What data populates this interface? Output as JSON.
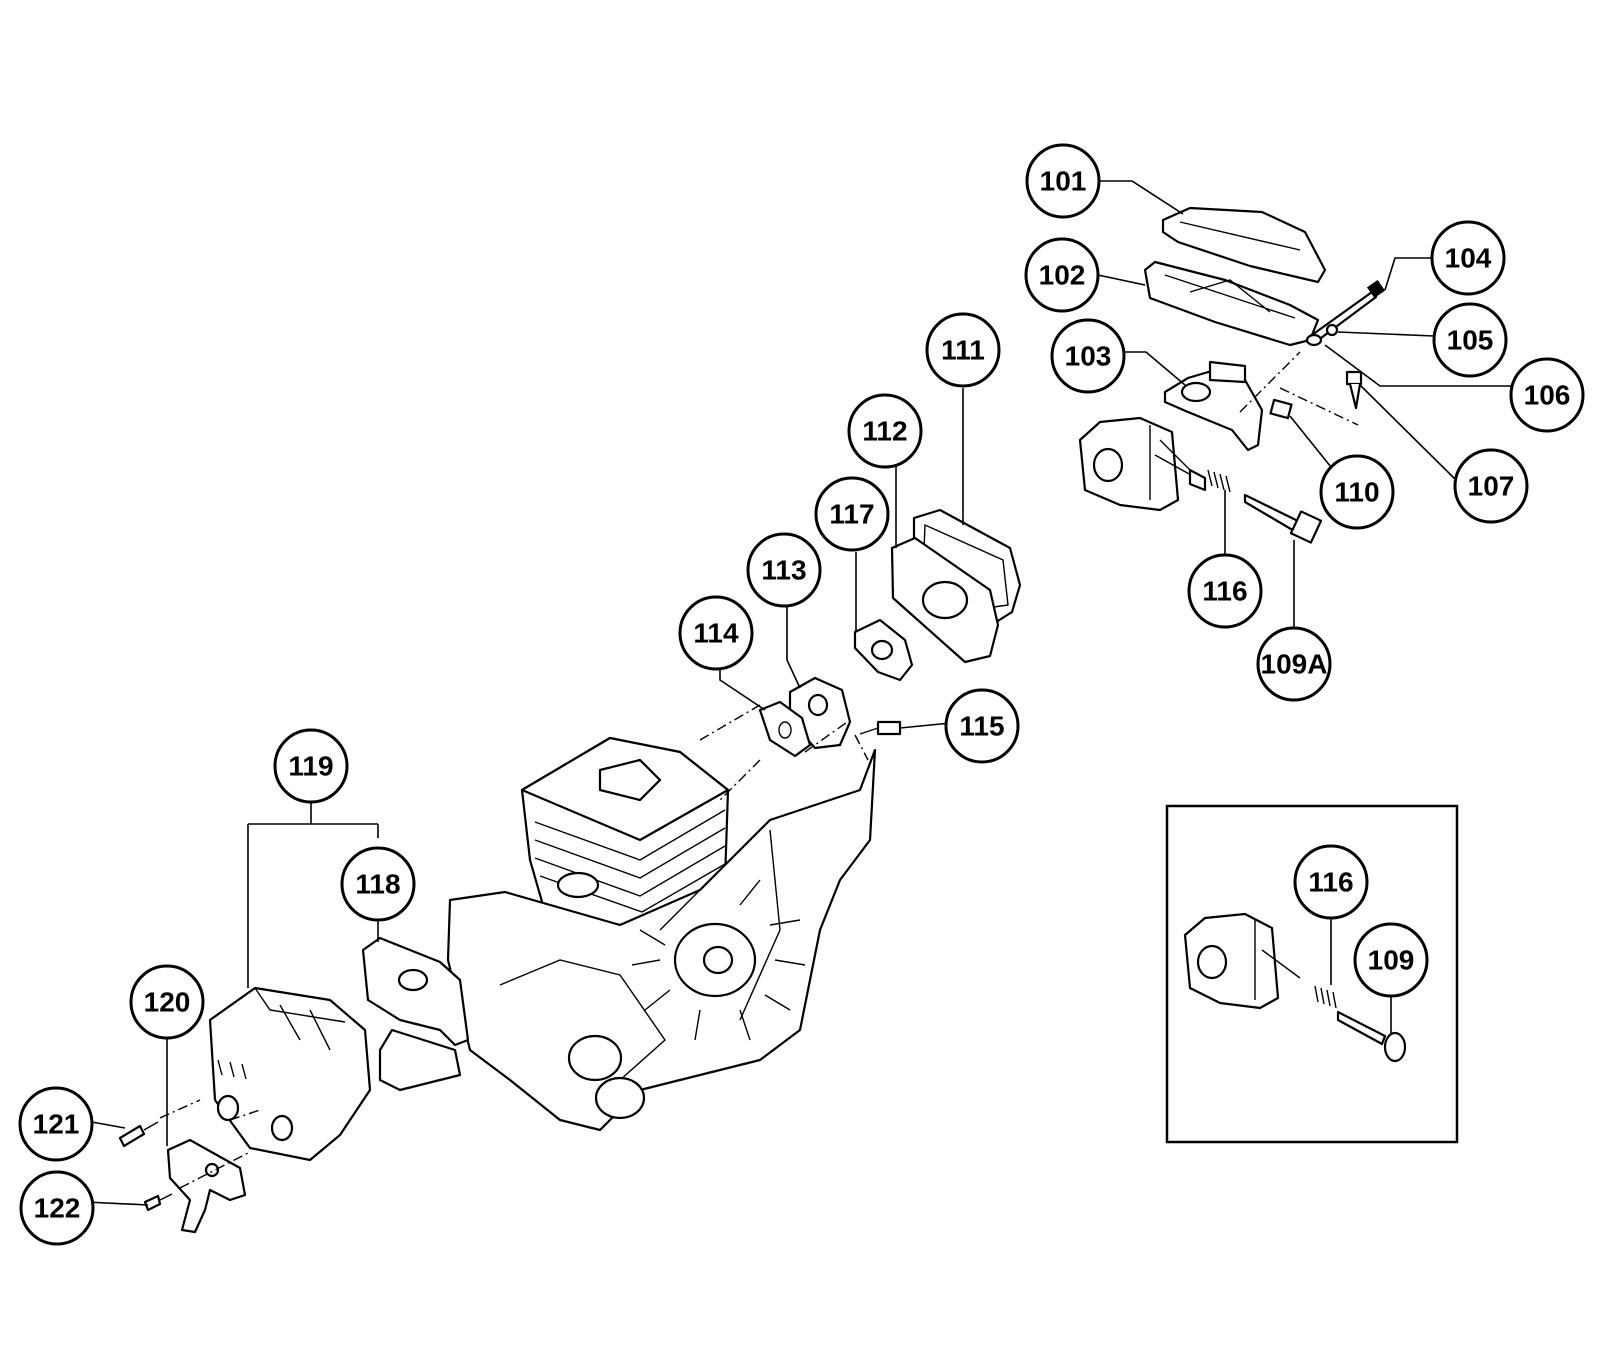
{
  "diagram": {
    "callouts": {
      "c101": "101",
      "c102": "102",
      "c103": "103",
      "c104": "104",
      "c105": "105",
      "c106": "106",
      "c107": "107",
      "c110": "110",
      "c116": "116",
      "c109A": "109A",
      "c111": "111",
      "c112": "112",
      "c117": "117",
      "c113": "113",
      "c114": "114",
      "c115": "115",
      "c119": "119",
      "c118": "118",
      "c120": "120",
      "c121": "121",
      "c122": "122",
      "c116b": "116",
      "c109": "109"
    },
    "colors": {
      "ink": "#000000",
      "paper": "#ffffff"
    }
  }
}
